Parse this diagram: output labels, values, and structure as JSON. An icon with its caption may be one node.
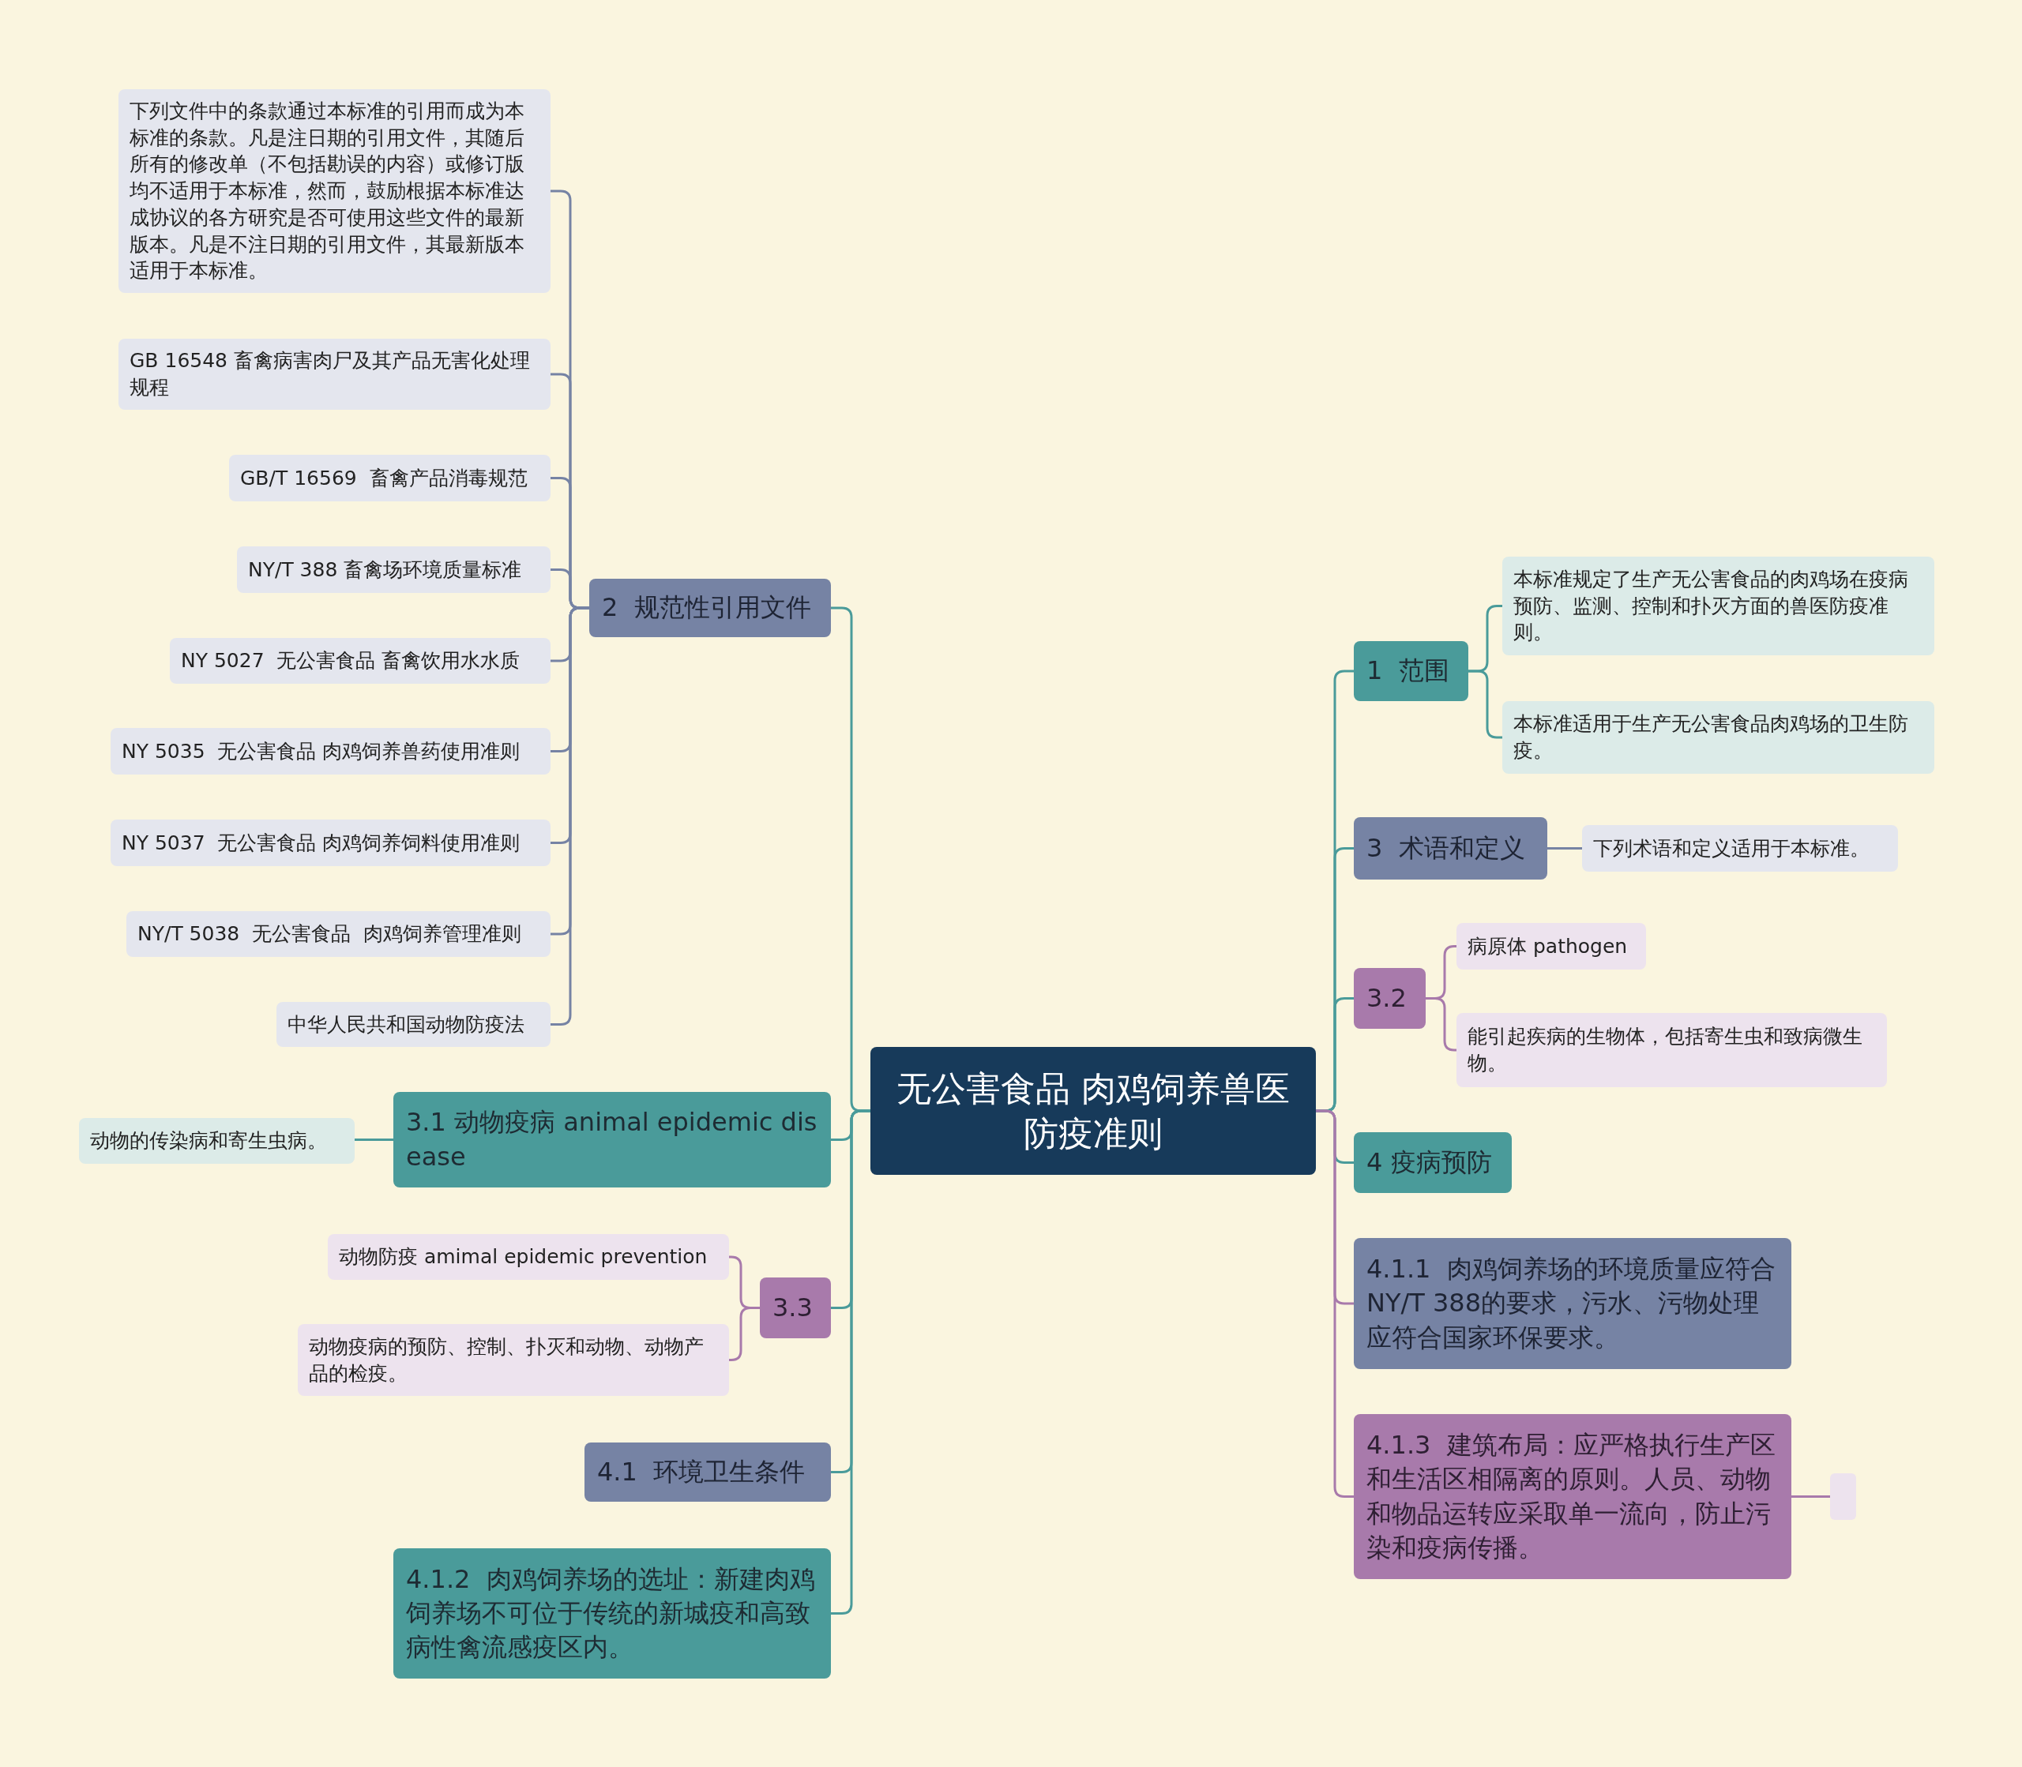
{
  "diagram": {
    "nodes": [
      {
        "text": [
          "无公害食品 肉鸡饲养兽医防疫准则"
        ]
      },
      {
        "text": [
          "2  规范性引用文件"
        ]
      },
      {
        "text": [
          "下列文件中的条款通过本标准的引用而成为本标准的条款。凡是注日期的引用文件，其随后所有的修改单（不包括勘误的内容）或修订版均不适用于本标准，然而，鼓励根据本标准达成协议的各方研究是否可使用这些文件的最新版本。凡是不注日期的引用文件，其最新版本适用于本标准。"
        ]
      },
      {
        "text": [
          "GB 16548 畜禽病害肉尸及其产品无害化处理规程"
        ]
      },
      {
        "text": [
          "GB/T 16569  畜禽产品消毒规范"
        ]
      },
      {
        "text": [
          "NY/T 388 畜禽场环境质量标准"
        ]
      },
      {
        "text": [
          "NY 5027  无公害食品 畜禽饮用水水质"
        ]
      },
      {
        "text": [
          "NY 5035  无公害食品 肉鸡饲养兽药使用准则"
        ]
      },
      {
        "text": [
          "NY 5037  无公害食品 肉鸡饲养饲料使用准则"
        ]
      },
      {
        "text": [
          "NY/T 5038  无公害食品  肉鸡饲养管理准则"
        ]
      },
      {
        "text": [
          "中华人民共和国动物防疫法"
        ]
      },
      {
        "text": [
          "3.1 动物疫病 animal epidemic disease"
        ]
      },
      {
        "text": [
          "动物的传染病和寄生虫病。"
        ]
      },
      {
        "text": [
          "3.3"
        ]
      },
      {
        "text": [
          "动物防疫 amimal epidemic prevention"
        ]
      },
      {
        "text": [
          "动物疫病的预防、控制、扑灭和动物、动物产品的检疫。"
        ]
      },
      {
        "text": [
          "4.1  环境卫生条件"
        ]
      },
      {
        "text": [
          "4.1.2  肉鸡饲养场的选址：新建肉鸡饲养场不可位于传统的新城疫和高致病性禽流感疫区内。"
        ]
      },
      {
        "text": [
          "1  范围"
        ]
      },
      {
        "text": [
          "本标准规定了生产无公害食品的肉鸡场在疫病预防、监测、控制和扑灭方面的兽医防疫准则。"
        ]
      },
      {
        "text": [
          "本标准适用于生产无公害食品肉鸡场的卫生防疫。"
        ]
      },
      {
        "text": [
          "3  术语和定义"
        ]
      },
      {
        "text": [
          "下列术语和定义适用于本标准。"
        ]
      },
      {
        "text": [
          "3.2"
        ]
      },
      {
        "text": [
          "病原体 pathogen"
        ]
      },
      {
        "text": [
          "能引起疾病的生物体，包括寄生虫和致病微生物。"
        ]
      },
      {
        "text": [
          "4 疫病预防"
        ]
      },
      {
        "text": [
          "4.1.1  肉鸡饲养场的环境质量应符合NY/T 388的要求，污水、污物处理应符合国家环保要求。"
        ]
      },
      {
        "text": [
          "4.1.3  建筑布局：应严格执行生产区和生活区相隔离的原则。人员、动物和物品运转应采取单一流向，防止污染和疫病传播。"
        ]
      },
      {
        "text": [],
        "shape": "box"
      }
    ],
    "edges": [
      {
        "from": 0,
        "to": 1,
        "arrow": "none"
      },
      {
        "from": 1,
        "to": 2,
        "arrow": "none",
        "color": "#7683a4"
      },
      {
        "from": 1,
        "to": 3,
        "arrow": "none",
        "color": "#7683a4"
      },
      {
        "from": 1,
        "to": 4,
        "arrow": "none",
        "color": "#7683a4"
      },
      {
        "from": 1,
        "to": 5,
        "arrow": "none",
        "color": "#7683a4"
      },
      {
        "from": 1,
        "to": 6,
        "arrow": "none",
        "color": "#7683a4"
      },
      {
        "from": 1,
        "to": 7,
        "arrow": "none",
        "color": "#7683a4"
      },
      {
        "from": 1,
        "to": 8,
        "arrow": "none",
        "color": "#7683a4"
      },
      {
        "from": 1,
        "to": 9,
        "arrow": "none",
        "color": "#7683a4"
      },
      {
        "from": 1,
        "to": 10,
        "arrow": "none",
        "color": "#7683a4"
      },
      {
        "from": 0,
        "to": 11,
        "arrow": "none"
      },
      {
        "from": 11,
        "to": 12,
        "arrow": "none"
      },
      {
        "from": 0,
        "to": 13,
        "arrow": "none"
      },
      {
        "from": 13,
        "to": 14,
        "arrow": "none",
        "color": "#a87aab"
      },
      {
        "from": 13,
        "to": 15,
        "arrow": "none",
        "color": "#a87aab"
      },
      {
        "from": 0,
        "to": 16,
        "arrow": "none"
      },
      {
        "from": 0,
        "to": 17,
        "arrow": "none"
      },
      {
        "from": 0,
        "to": 18,
        "arrow": "none"
      },
      {
        "from": 18,
        "to": 19,
        "arrow": "none"
      },
      {
        "from": 18,
        "to": 20,
        "arrow": "none"
      },
      {
        "from": 0,
        "to": 21,
        "arrow": "none"
      },
      {
        "from": 21,
        "to": 22,
        "arrow": "none",
        "color": "#7683a4"
      },
      {
        "from": 0,
        "to": 23,
        "arrow": "none"
      },
      {
        "from": 23,
        "to": 24,
        "arrow": "none",
        "color": "#a87aab"
      },
      {
        "from": 23,
        "to": 25,
        "arrow": "none",
        "color": "#a87aab"
      },
      {
        "from": 0,
        "to": 26,
        "arrow": "none"
      },
      {
        "from": 0,
        "to": 27,
        "arrow": "none",
        "color": "#a87aab"
      },
      {
        "from": 0,
        "to": 28,
        "arrow": "none",
        "color": "#a87aab"
      },
      {
        "from": 28,
        "to": 29,
        "arrow": "none",
        "color": "#a87aab"
      }
    ]
  }
}
